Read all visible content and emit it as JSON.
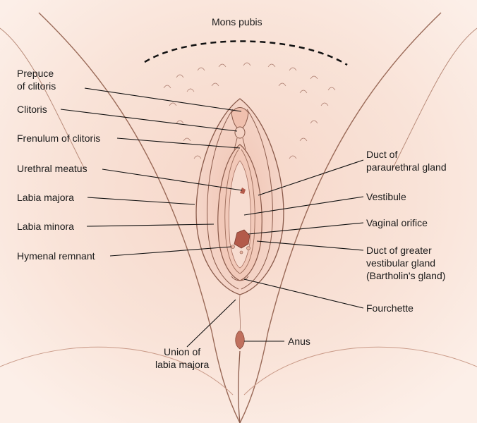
{
  "diagram": {
    "labels": {
      "mons_pubis": "Mons pubis",
      "prepuce_of_clitoris": "Prepuce\nof clitoris",
      "clitoris": "Clitoris",
      "frenulum_of_clitoris": "Frenulum of clitoris",
      "urethral_meatus": "Urethral meatus",
      "labia_majora": "Labia majora",
      "labia_minora": "Labia minora",
      "hymenal_remnant": "Hymenal remnant",
      "duct_of_paraurethral_gland": "Duct of\nparaurethral gland",
      "vestibule": "Vestibule",
      "vaginal_orifice": "Vaginal orifice",
      "duct_of_greater_vestibular_gland": "Duct of greater\nvestibular gland\n(Bartholin's gland)",
      "fourchette": "Fourchette",
      "anus": "Anus",
      "union_of_labia_majora": "Union of\nlabia majora"
    },
    "colors": {
      "skin_light": "#fbeae2",
      "skin_mid": "#f3cfc0",
      "skin_shadow": "#e8b4a2",
      "outline": "#8a5a4a",
      "orifice": "#b35a4a",
      "leader": "#111111"
    }
  }
}
